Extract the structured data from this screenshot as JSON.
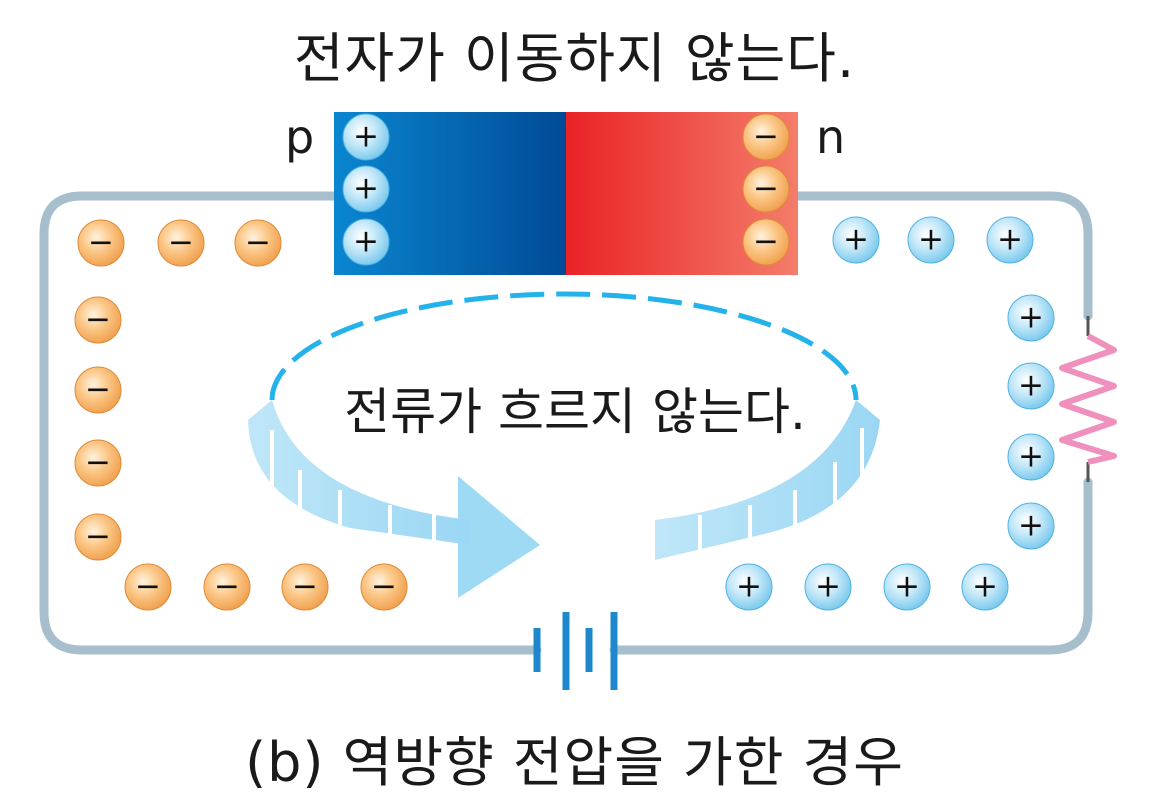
{
  "title": "전자가 이동하지 않는다.",
  "caption": "(b) 역방향 전압을 가한 경우",
  "semiconductor": {
    "p_label": "p",
    "n_label": "n"
  },
  "current_note": "전류가 흐르지 않는다.",
  "charges": {
    "positive_symbol": "+",
    "negative_symbol": "−"
  },
  "colors": {
    "wire": "#a7bfcc",
    "p_region_light": "#0a86d0",
    "p_region_dark": "#014a96",
    "n_region_dark": "#ea2228",
    "n_region_light": "#f47d6a",
    "negative_charge": "#f6a657",
    "positive_charge": "#9ed7f3",
    "resistor": "#ef90bd",
    "battery": "#1e88cc",
    "arrow": "#9ad8f4",
    "dashed_ring": "#23b3ea"
  }
}
